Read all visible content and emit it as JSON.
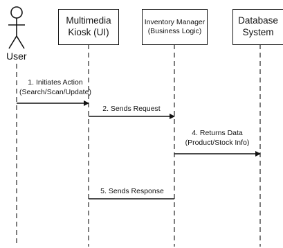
{
  "actor": {
    "label": "User"
  },
  "participants": [
    {
      "id": "kiosk",
      "label": "Multimedia\nKiosk (UI)"
    },
    {
      "id": "inventory",
      "label": "Inventory Manager\n(Business Logic)"
    },
    {
      "id": "database",
      "label": "Database\nSystem"
    }
  ],
  "messages": [
    {
      "id": "m1",
      "label": "1. Initiates Action\n(Search/Scan/Update)",
      "from": "User",
      "to": "Multimedia Kiosk (UI)"
    },
    {
      "id": "m2",
      "label": "2. Sends Request",
      "from": "Multimedia Kiosk (UI)",
      "to": "Inventory Manager (Business Logic)"
    },
    {
      "id": "m4",
      "label": "4. Returns Data\n(Product/Stock Info)",
      "from": "Inventory Manager (Business Logic)",
      "to": "Database System"
    },
    {
      "id": "m5",
      "label": "5. Sends Response",
      "from": "Inventory Manager (Business Logic)",
      "to": "Multimedia Kiosk (UI)"
    }
  ]
}
